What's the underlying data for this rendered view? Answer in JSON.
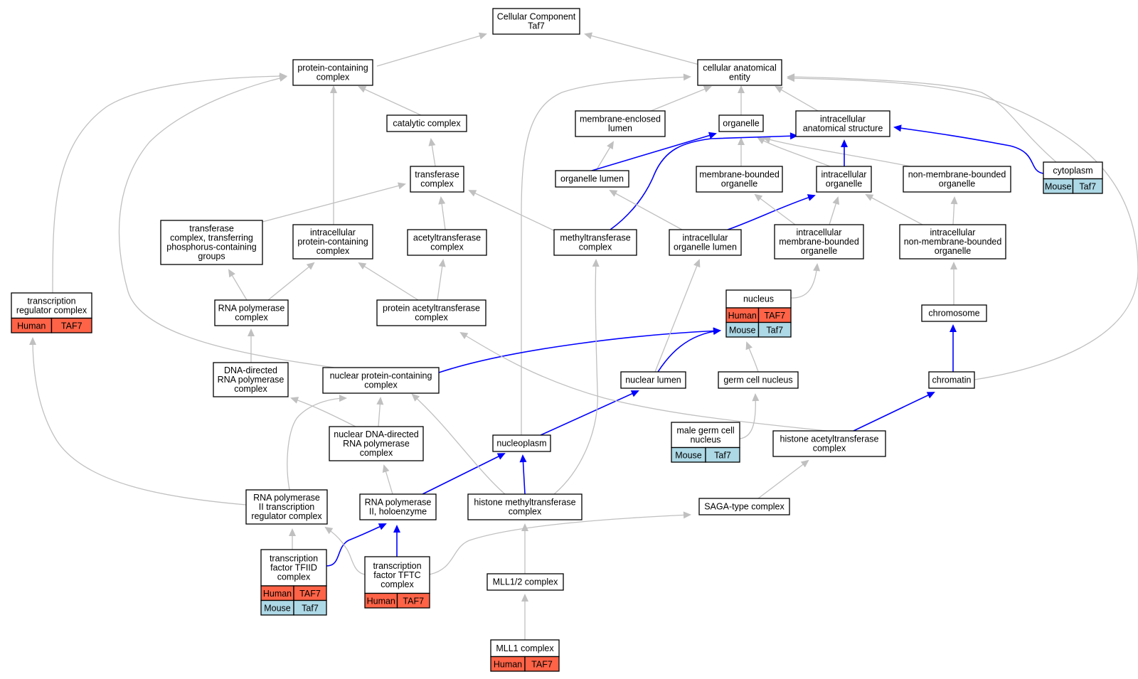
{
  "colors": {
    "human": "#ff6347",
    "mouse": "#add8e6",
    "edge_is_a": "#c0c0c0",
    "edge_part_of": "#0000ff"
  },
  "nodes": {
    "root": {
      "lines": [
        "Cellular Component",
        "Taf7"
      ]
    },
    "pcc": {
      "lines": [
        "protein-containing",
        "complex"
      ]
    },
    "cae": {
      "lines": [
        "cellular anatomical",
        "entity"
      ]
    },
    "catalytic": {
      "lines": [
        "catalytic complex"
      ]
    },
    "mel": {
      "lines": [
        "membrane-enclosed",
        "lumen"
      ]
    },
    "organelle": {
      "lines": [
        "organelle"
      ]
    },
    "ias": {
      "lines": [
        "intracellular",
        "anatomical structure"
      ]
    },
    "cytoplasm": {
      "lines": [
        "cytoplasm"
      ],
      "annot": [
        {
          "species": "Mouse",
          "gene": "Taf7"
        }
      ]
    },
    "transferase": {
      "lines": [
        "transferase",
        "complex"
      ]
    },
    "orglumen": {
      "lines": [
        "organelle lumen"
      ]
    },
    "mbo": {
      "lines": [
        "membrane-bounded",
        "organelle"
      ]
    },
    "intraorg": {
      "lines": [
        "intracellular",
        "organelle"
      ]
    },
    "nmbo": {
      "lines": [
        "non-membrane-bounded",
        "organelle"
      ]
    },
    "tcp": {
      "lines": [
        "transferase",
        "complex, transferring",
        "phosphorus-containing",
        "groups"
      ]
    },
    "ipcc": {
      "lines": [
        "intracellular",
        "protein-containing",
        "complex"
      ]
    },
    "acetyl": {
      "lines": [
        "acetyltransferase",
        "complex"
      ]
    },
    "methyl": {
      "lines": [
        "methyltransferase",
        "complex"
      ]
    },
    "iol": {
      "lines": [
        "intracellular",
        "organelle lumen"
      ]
    },
    "imbo": {
      "lines": [
        "intracellular",
        "membrane-bounded",
        "organelle"
      ]
    },
    "inmbo": {
      "lines": [
        "intracellular",
        "non-membrane-bounded",
        "organelle"
      ]
    },
    "trc": {
      "lines": [
        "transcription",
        "regulator complex"
      ],
      "annot": [
        {
          "species": "Human",
          "gene": "TAF7"
        }
      ]
    },
    "rnapol": {
      "lines": [
        "RNA polymerase",
        "complex"
      ]
    },
    "pat": {
      "lines": [
        "protein acetyltransferase",
        "complex"
      ]
    },
    "nucleus": {
      "lines": [
        "nucleus"
      ],
      "annot": [
        {
          "species": "Human",
          "gene": "TAF7"
        },
        {
          "species": "Mouse",
          "gene": "Taf7"
        }
      ]
    },
    "chromosome": {
      "lines": [
        "chromosome"
      ]
    },
    "ddrp": {
      "lines": [
        "DNA-directed",
        "RNA polymerase",
        "complex"
      ]
    },
    "npcc": {
      "lines": [
        "nuclear protein-containing",
        "complex"
      ]
    },
    "nuclumen": {
      "lines": [
        "nuclear lumen"
      ]
    },
    "germ": {
      "lines": [
        "germ cell nucleus"
      ]
    },
    "chromatin": {
      "lines": [
        "chromatin"
      ]
    },
    "nddrp": {
      "lines": [
        "nuclear DNA-directed",
        "RNA polymerase",
        "complex"
      ]
    },
    "nucleoplasm": {
      "lines": [
        "nucleoplasm"
      ]
    },
    "malegerm": {
      "lines": [
        "male germ cell",
        "nucleus"
      ],
      "annot": [
        {
          "species": "Mouse",
          "gene": "Taf7"
        }
      ]
    },
    "hat": {
      "lines": [
        "histone acetyltransferase",
        "complex"
      ]
    },
    "rnap2trc": {
      "lines": [
        "RNA polymerase",
        "II transcription",
        "regulator complex"
      ]
    },
    "rnap2holo": {
      "lines": [
        "RNA polymerase",
        "II, holoenzyme"
      ]
    },
    "hmt": {
      "lines": [
        "histone methyltransferase",
        "complex"
      ]
    },
    "saga": {
      "lines": [
        "SAGA-type complex"
      ]
    },
    "tfiid": {
      "lines": [
        "transcription",
        "factor TFIID",
        "complex"
      ],
      "annot": [
        {
          "species": "Human",
          "gene": "TAF7"
        },
        {
          "species": "Mouse",
          "gene": "Taf7"
        }
      ]
    },
    "tftc": {
      "lines": [
        "transcription",
        "factor TFTC",
        "complex"
      ],
      "annot": [
        {
          "species": "Human",
          "gene": "TAF7"
        }
      ]
    },
    "mll12": {
      "lines": [
        "MLL1/2 complex"
      ]
    },
    "mll1": {
      "lines": [
        "MLL1 complex"
      ],
      "annot": [
        {
          "species": "Human",
          "gene": "TAF7"
        }
      ]
    }
  },
  "edges": [
    {
      "from": "pcc",
      "to": "root",
      "rel": "is_a"
    },
    {
      "from": "cae",
      "to": "root",
      "rel": "is_a"
    },
    {
      "from": "catalytic",
      "to": "pcc",
      "rel": "is_a"
    },
    {
      "from": "ipcc",
      "to": "pcc",
      "rel": "is_a"
    },
    {
      "from": "trc",
      "to": "pcc",
      "rel": "is_a"
    },
    {
      "from": "npcc",
      "to": "pcc",
      "rel": "is_a"
    },
    {
      "from": "mel",
      "to": "cae",
      "rel": "is_a"
    },
    {
      "from": "organelle",
      "to": "cae",
      "rel": "is_a"
    },
    {
      "from": "ias",
      "to": "cae",
      "rel": "is_a"
    },
    {
      "from": "cytoplasm",
      "to": "cae",
      "rel": "is_a"
    },
    {
      "from": "nucleoplasm",
      "to": "cae",
      "rel": "is_a"
    },
    {
      "from": "chromatin",
      "to": "cae",
      "rel": "is_a"
    },
    {
      "from": "transferase",
      "to": "catalytic",
      "rel": "is_a"
    },
    {
      "from": "orglumen",
      "to": "mel",
      "rel": "is_a"
    },
    {
      "from": "orglumen",
      "to": "organelle",
      "rel": "part_of"
    },
    {
      "from": "mbo",
      "to": "organelle",
      "rel": "is_a"
    },
    {
      "from": "intraorg",
      "to": "organelle",
      "rel": "is_a"
    },
    {
      "from": "nmbo",
      "to": "organelle",
      "rel": "is_a"
    },
    {
      "from": "intraorg",
      "to": "ias",
      "rel": "part_of"
    },
    {
      "from": "cytoplasm",
      "to": "ias",
      "rel": "part_of"
    },
    {
      "from": "methyl",
      "to": "ias",
      "rel": "part_of"
    },
    {
      "from": "tcp",
      "to": "transferase",
      "rel": "is_a"
    },
    {
      "from": "acetyl",
      "to": "transferase",
      "rel": "is_a"
    },
    {
      "from": "methyl",
      "to": "transferase",
      "rel": "is_a"
    },
    {
      "from": "iol",
      "to": "orglumen",
      "rel": "is_a"
    },
    {
      "from": "iol",
      "to": "intraorg",
      "rel": "part_of"
    },
    {
      "from": "imbo",
      "to": "mbo",
      "rel": "is_a"
    },
    {
      "from": "imbo",
      "to": "intraorg",
      "rel": "is_a"
    },
    {
      "from": "inmbo",
      "to": "intraorg",
      "rel": "is_a"
    },
    {
      "from": "inmbo",
      "to": "nmbo",
      "rel": "is_a"
    },
    {
      "from": "rnapol",
      "to": "tcp",
      "rel": "is_a"
    },
    {
      "from": "rnapol",
      "to": "ipcc",
      "rel": "is_a"
    },
    {
      "from": "pat",
      "to": "acetyl",
      "rel": "is_a"
    },
    {
      "from": "pat",
      "to": "ipcc",
      "rel": "is_a"
    },
    {
      "from": "nucleus",
      "to": "imbo",
      "rel": "is_a"
    },
    {
      "from": "chromosome",
      "to": "inmbo",
      "rel": "is_a"
    },
    {
      "from": "ddrp",
      "to": "rnapol",
      "rel": "is_a"
    },
    {
      "from": "npcc",
      "to": "nucleus",
      "rel": "part_of"
    },
    {
      "from": "nuclumen",
      "to": "iol",
      "rel": "is_a"
    },
    {
      "from": "nuclumen",
      "to": "nucleus",
      "rel": "part_of"
    },
    {
      "from": "germ",
      "to": "nucleus",
      "rel": "is_a"
    },
    {
      "from": "chromatin",
      "to": "chromosome",
      "rel": "part_of"
    },
    {
      "from": "nddrp",
      "to": "ddrp",
      "rel": "is_a"
    },
    {
      "from": "nddrp",
      "to": "npcc",
      "rel": "is_a"
    },
    {
      "from": "nucleoplasm",
      "to": "nuclumen",
      "rel": "part_of"
    },
    {
      "from": "malegerm",
      "to": "germ",
      "rel": "is_a"
    },
    {
      "from": "hat",
      "to": "pat",
      "rel": "is_a"
    },
    {
      "from": "hat",
      "to": "chromatin",
      "rel": "part_of"
    },
    {
      "from": "rnap2trc",
      "to": "trc",
      "rel": "is_a"
    },
    {
      "from": "rnap2trc",
      "to": "npcc",
      "rel": "is_a"
    },
    {
      "from": "rnap2holo",
      "to": "nddrp",
      "rel": "is_a"
    },
    {
      "from": "rnap2holo",
      "to": "nucleoplasm",
      "rel": "part_of"
    },
    {
      "from": "hmt",
      "to": "methyl",
      "rel": "is_a"
    },
    {
      "from": "hmt",
      "to": "npcc",
      "rel": "is_a"
    },
    {
      "from": "hmt",
      "to": "nucleoplasm",
      "rel": "part_of"
    },
    {
      "from": "saga",
      "to": "hat",
      "rel": "is_a"
    },
    {
      "from": "tfiid",
      "to": "rnap2trc",
      "rel": "is_a"
    },
    {
      "from": "tfiid",
      "to": "rnap2holo",
      "rel": "part_of"
    },
    {
      "from": "tftc",
      "to": "rnap2trc",
      "rel": "is_a"
    },
    {
      "from": "tftc",
      "to": "rnap2holo",
      "rel": "part_of"
    },
    {
      "from": "tftc",
      "to": "saga",
      "rel": "is_a"
    },
    {
      "from": "mll12",
      "to": "hmt",
      "rel": "is_a"
    },
    {
      "from": "mll1",
      "to": "mll12",
      "rel": "is_a"
    }
  ]
}
